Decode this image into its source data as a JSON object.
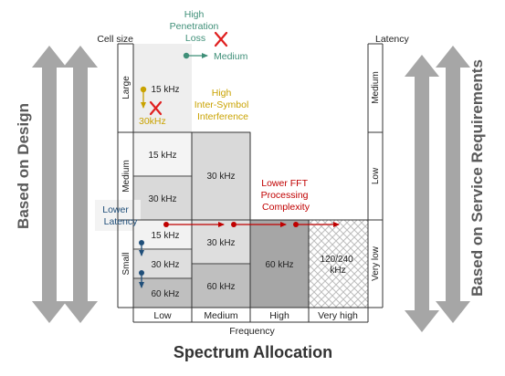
{
  "side_labels": {
    "left": "Based on Design",
    "right": "Based on Service Requirements"
  },
  "axes": {
    "left_title": "Cell size",
    "right_title": "Latency",
    "bottom_title": "Frequency",
    "main_title": "Spectrum Allocation"
  },
  "cell_sizes": [
    "Large",
    "Medium",
    "Small"
  ],
  "latencies": [
    "Medium",
    "Low",
    "Very low"
  ],
  "frequencies": [
    "Low",
    "Medium",
    "High",
    "Very high"
  ],
  "cells": {
    "large_low": "15 kHz",
    "medium_low_top": "15 kHz",
    "medium_low_bottom": "30 kHz",
    "medium_medium": "30 kHz",
    "small_low_1": "15 kHz",
    "small_low_2": "30 kHz",
    "small_low_3": "60 kHz",
    "small_medium_1": "30 kHz",
    "small_medium_2": "60 kHz",
    "small_high": "60 kHz",
    "small_veryhigh": "120/240 kHz"
  },
  "annotations": {
    "penetration": "High Penetration Loss",
    "penetration_result": "Medium",
    "isi": "High Inter-Symbol Interference",
    "isi_result": "30kHz",
    "lower_latency": "Lower Latency",
    "fft": "Lower FFT Processing Complexity"
  },
  "colors": {
    "teal": "#3f8f78",
    "gold": "#c9a200",
    "red": "#c00000",
    "navy": "#1f4e79",
    "cross": "#e02020",
    "arrow_gray": "#a6a6a6"
  }
}
